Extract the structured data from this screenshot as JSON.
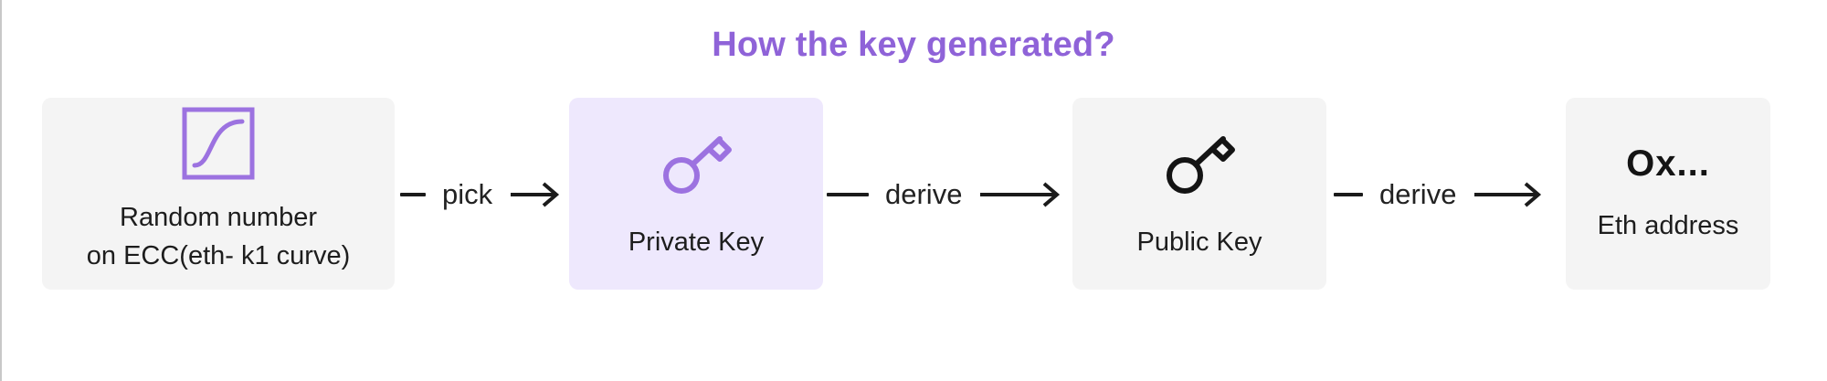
{
  "title": "How the key generated?",
  "nodes": [
    {
      "id": "random",
      "icon": "s-curve-icon",
      "label": "Random number\non ECC(eth- k1 curve)"
    },
    {
      "id": "private",
      "icon": "key-icon",
      "label": "Private Key"
    },
    {
      "id": "public",
      "icon": "key-icon",
      "label": "Public Key"
    },
    {
      "id": "address",
      "big_text": "Ox...",
      "label": "Eth address"
    }
  ],
  "edges": [
    {
      "label": "pick"
    },
    {
      "label": "derive"
    },
    {
      "label": "derive"
    }
  ],
  "colors": {
    "accent": "#8f63d8",
    "highlight_bg": "#eee8fd",
    "box_bg": "#f4f4f4"
  }
}
